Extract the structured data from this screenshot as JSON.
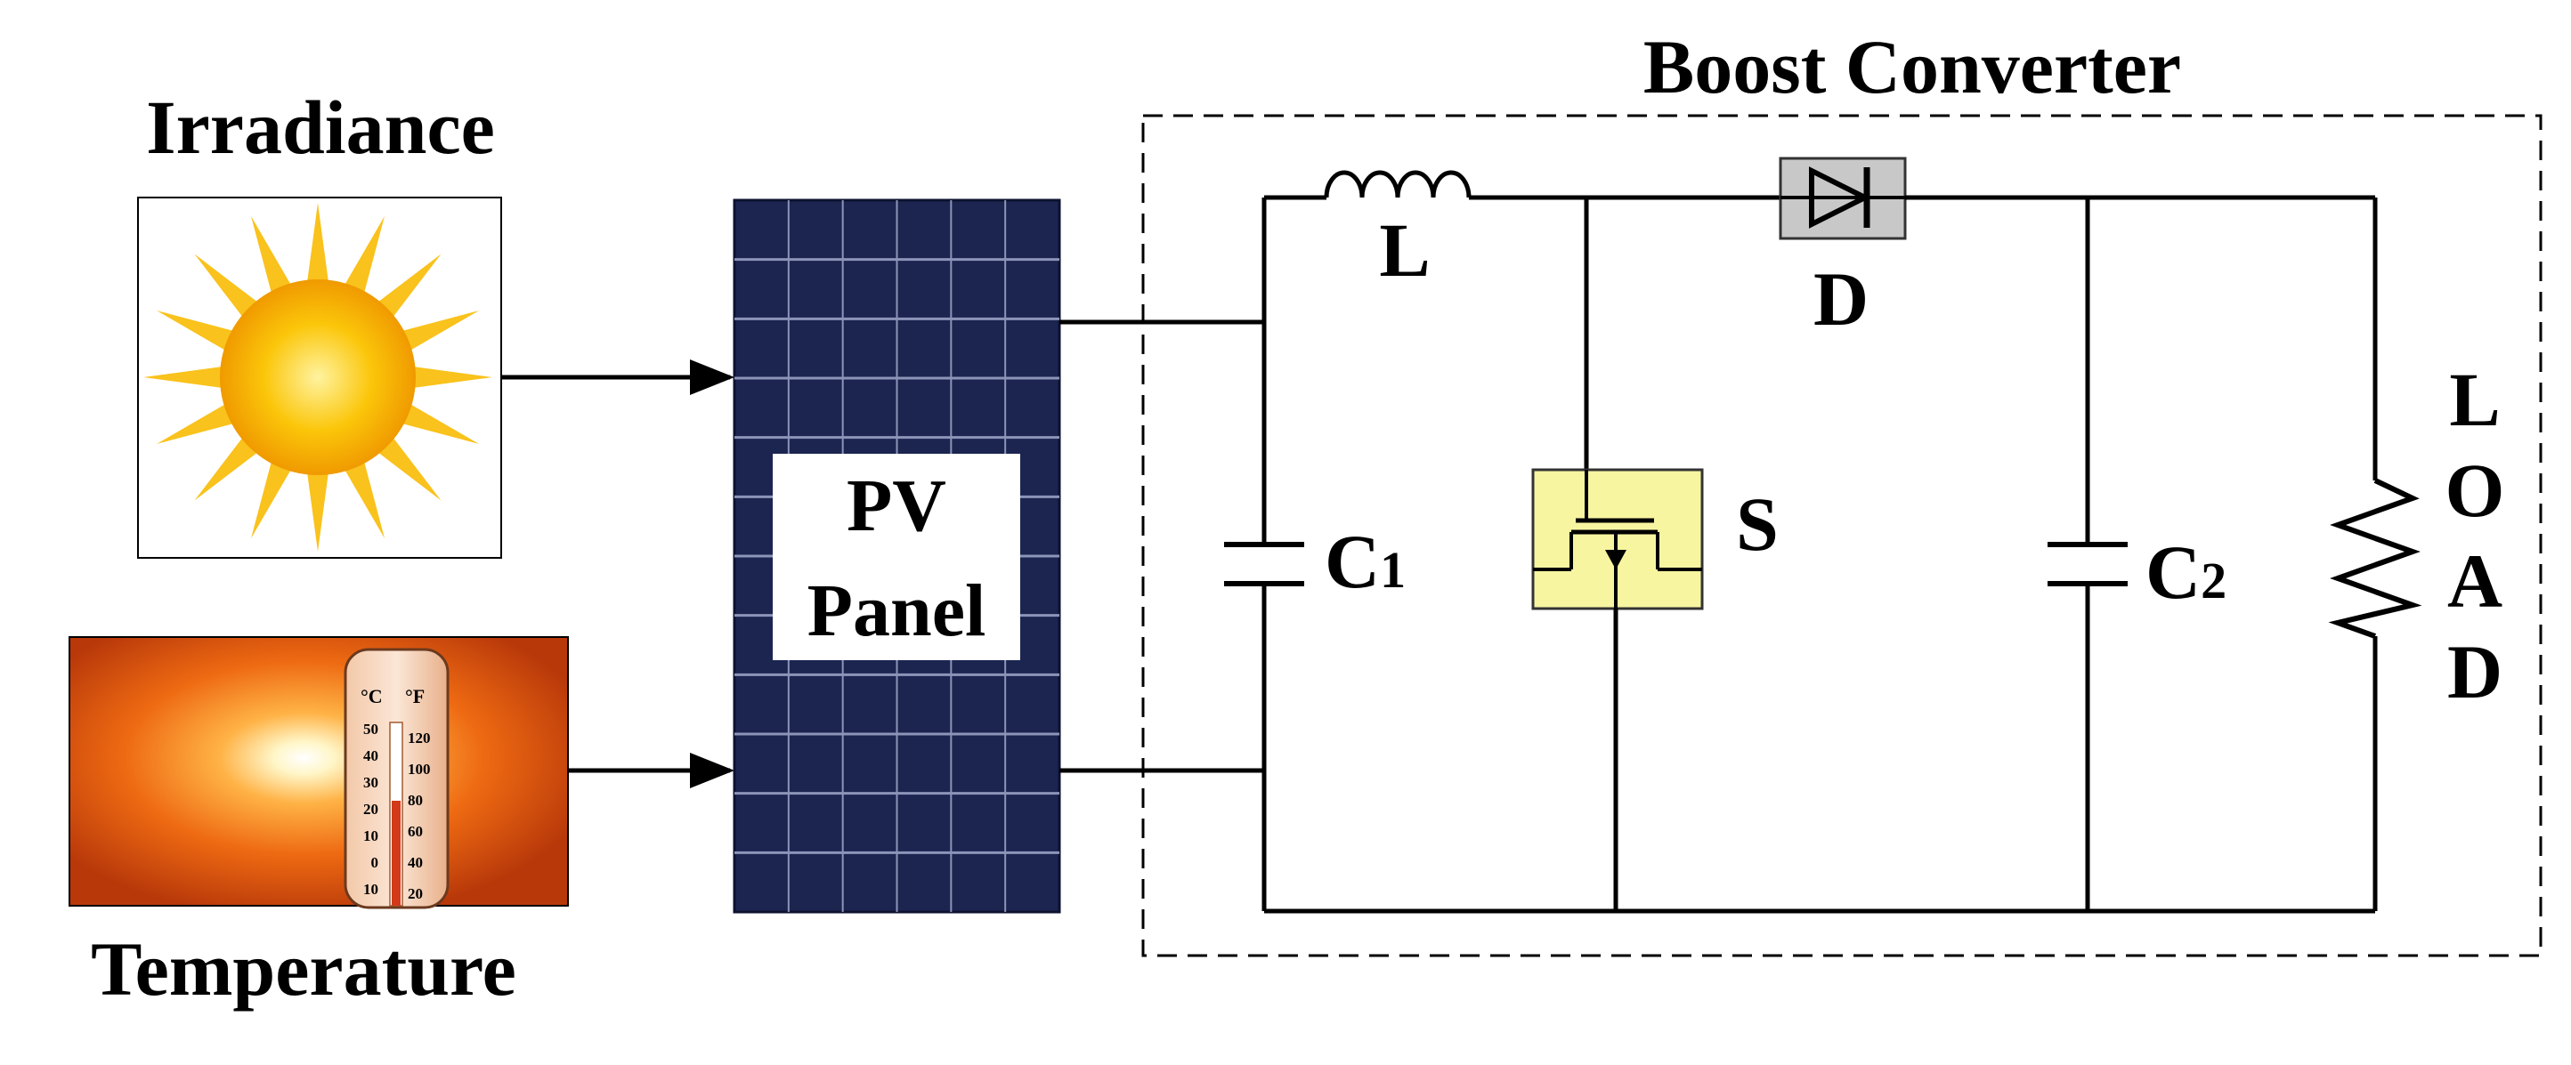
{
  "labels": {
    "irradiance": "Irradiance",
    "temperature": "Temperature",
    "pv_line1": "PV",
    "pv_line2": "Panel",
    "converter_title": "Boost Converter",
    "inductor": "L",
    "diode": "D",
    "switch": "S",
    "c1_letter": "C",
    "c1_sub": "1",
    "c2_letter": "C",
    "c2_sub": "2",
    "load": [
      "L",
      "O",
      "A",
      "D"
    ]
  },
  "thermometer": {
    "unit_c": "°C",
    "unit_f": "°F",
    "celsius_ticks": [
      "50",
      "40",
      "30",
      "20",
      "10",
      "0",
      "10"
    ],
    "fahrenheit_ticks": [
      "120",
      "100",
      "80",
      "60",
      "40",
      "20"
    ]
  },
  "colors": {
    "line": "#000000",
    "pv_cell": "#1b2550",
    "pv_grid": "#8c95b8",
    "switch_fill": "#f7f5a0",
    "diode_fill": "#c8c8c8",
    "sun_core": "#f7b500",
    "sun_ray": "#f9c21c",
    "heat_bg": "#e8620c"
  }
}
